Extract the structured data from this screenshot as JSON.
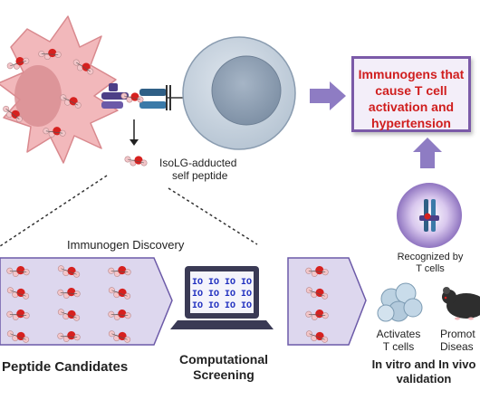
{
  "immunogens_box": {
    "lines": [
      "Immunogens that",
      "cause T cell",
      "activation and",
      "hypertension"
    ]
  },
  "isolg_label": [
    "IsoLG-adducted",
    "self peptide"
  ],
  "discovery_label": "Immunogen Discovery",
  "peptide_candidates_label": "Peptide Candidates",
  "computational_label": [
    "Computational",
    "Screening"
  ],
  "screen_code": "IO IO IO IO",
  "recognized_label": [
    "Recognized by",
    "T cells"
  ],
  "activates_label": [
    "Activates",
    "T cells"
  ],
  "promotes_label": [
    "Promot",
    "Diseas"
  ],
  "validation_label": [
    "In vitro and In vivo",
    "validation"
  ],
  "colors": {
    "dendritic_cell": "#f2b8bb",
    "t_cell": "#aab9c9",
    "arrow": "#8e7cc3",
    "panel": "#ddd7ee",
    "adduct_red": "#d6211f",
    "title_red": "#d01e1e"
  }
}
